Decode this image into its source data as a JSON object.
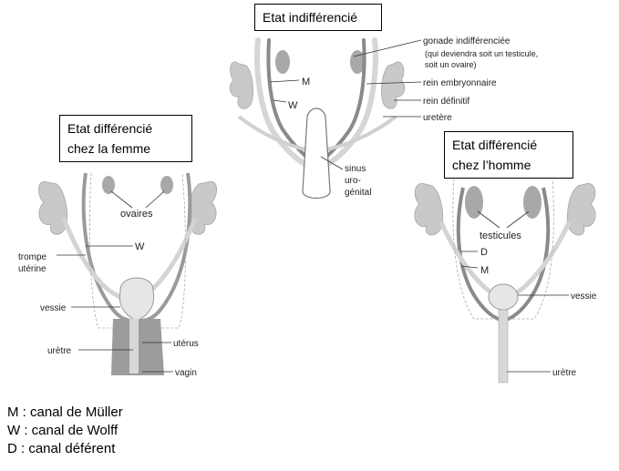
{
  "boxes": {
    "indifferent": [
      "Etat indifférencié"
    ],
    "female": [
      "Etat différencié",
      "chez la femme"
    ],
    "male": [
      "Etat différencié",
      "chez l’homme"
    ]
  },
  "labels": {
    "indifferent": {
      "gonade_1": "gonade indifférenciée",
      "gonade_2": "(qui deviendra soit un testicule,",
      "gonade_3": "soit un ovaire)",
      "rein_embryonnaire": "rein embryonnaire",
      "rein_definitif": "rein définitif",
      "uretere": "uretère",
      "m": "M",
      "w": "W",
      "sinus_1": "sinus",
      "sinus_2": "uro-",
      "sinus_3": "génital"
    },
    "female": {
      "ovaires": "ovaires",
      "w": "W",
      "trompe_1": "trompe",
      "trompe_2": "utérine",
      "vessie": "vessie",
      "uretre": "urètre",
      "uterus": "utérus",
      "vagin": "vagin"
    },
    "male": {
      "testicules": "testicules",
      "d": "D",
      "m": "M",
      "vessie": "vessie",
      "uretre": "urètre"
    }
  },
  "legend": [
    "M : canal de Müller",
    "W : canal de Wolff",
    "D : canal déférent"
  ]
}
